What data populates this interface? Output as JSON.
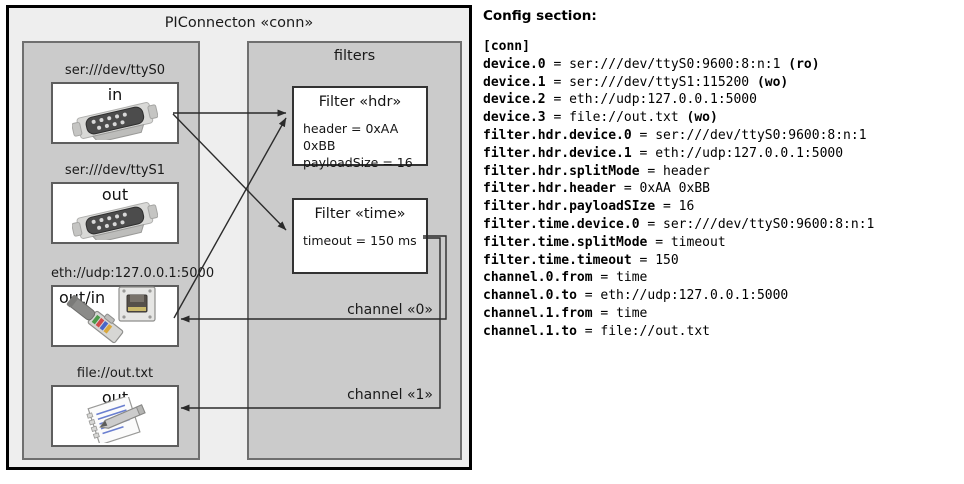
{
  "diagram": {
    "title": "PIConnecton «conn»",
    "devices_group_title": "",
    "filters_group_title": "filters",
    "devices": [
      {
        "label": "ser:///dev/ttyS0",
        "direction": "in",
        "icon": "serial-port-icon"
      },
      {
        "label": "ser:///dev/ttyS1",
        "direction": "out",
        "icon": "serial-port-icon"
      },
      {
        "label": "eth://udp:127.0.0.1:5000",
        "direction": "out/in",
        "icon": "ethernet-jack-icon"
      },
      {
        "label": "file://out.txt",
        "direction": "out",
        "icon": "text-file-icon"
      }
    ],
    "filters": [
      {
        "title": "Filter «hdr»",
        "props": [
          "header = 0xAA 0xBB",
          "payloadSize = 16"
        ]
      },
      {
        "title": "Filter «time»",
        "props": [
          "timeout = 150 ms"
        ]
      }
    ],
    "channels": [
      {
        "label": "channel «0»"
      },
      {
        "label": "channel «1»"
      }
    ],
    "colors": {
      "frame_background": "#eeeeee",
      "frame_border": "#000000",
      "group_background": "#cbcbcb",
      "group_border": "#6f6f6f",
      "card_background": "#ffffff",
      "card_border": "#5e5e5e",
      "connector_stroke": "#333333"
    }
  },
  "config": {
    "heading": "Config section:",
    "lines": [
      {
        "key": "[conn]",
        "op": "",
        "value": "",
        "flag": ""
      },
      {
        "key": "device.0",
        "op": " = ",
        "value": "ser:///dev/ttyS0:9600:8:n:1",
        "flag": " (ro)"
      },
      {
        "key": "device.1",
        "op": " = ",
        "value": "ser:///dev/ttyS1:115200",
        "flag": " (wo)"
      },
      {
        "key": "device.2",
        "op": " = ",
        "value": "eth://udp:127.0.0.1:5000",
        "flag": ""
      },
      {
        "key": "device.3",
        "op": " = ",
        "value": "file://out.txt",
        "flag": " (wo)"
      },
      {
        "key": "filter.hdr.device.0",
        "op": " = ",
        "value": "ser:///dev/ttyS0:9600:8:n:1",
        "flag": ""
      },
      {
        "key": "filter.hdr.device.1",
        "op": " = ",
        "value": "eth://udp:127.0.0.1:5000",
        "flag": ""
      },
      {
        "key": "filter.hdr.splitMode",
        "op": " = ",
        "value": "header",
        "flag": ""
      },
      {
        "key": "filter.hdr.header",
        "op": " = ",
        "value": "0xAA 0xBB",
        "flag": ""
      },
      {
        "key": "filter.hdr.payloadSIze",
        "op": " = ",
        "value": "16",
        "flag": ""
      },
      {
        "key": "filter.time.device.0",
        "op": " = ",
        "value": "ser:///dev/ttyS0:9600:8:n:1",
        "flag": ""
      },
      {
        "key": "filter.time.splitMode",
        "op": " = ",
        "value": "timeout",
        "flag": ""
      },
      {
        "key": "filter.time.timeout",
        "op": " = ",
        "value": "150",
        "flag": ""
      },
      {
        "key": "channel.0.from",
        "op": " = ",
        "value": "time",
        "flag": ""
      },
      {
        "key": "channel.0.to",
        "op": " = ",
        "value": "eth://udp:127.0.0.1:5000",
        "flag": ""
      },
      {
        "key": "channel.1.from",
        "op": " = ",
        "value": "time",
        "flag": ""
      },
      {
        "key": "channel.1.to",
        "op": " = ",
        "value": "file://out.txt",
        "flag": ""
      }
    ]
  }
}
